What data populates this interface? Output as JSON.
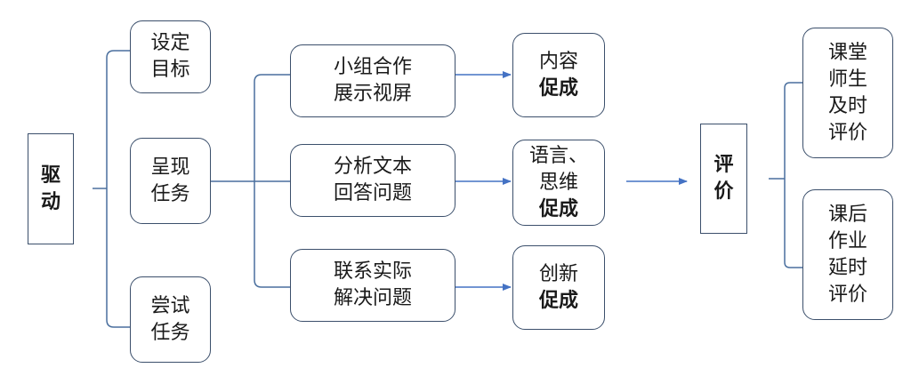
{
  "drive": {
    "line1": "驱",
    "line2": "动"
  },
  "steps": [
    {
      "line1": "设定",
      "line2": "目标"
    },
    {
      "line1": "呈现",
      "line2": "任务"
    },
    {
      "line1": "尝试",
      "line2": "任务"
    }
  ],
  "activities": [
    {
      "line1": "小组合作",
      "line2": "展示视屏"
    },
    {
      "line1": "分析文本",
      "line2": "回答问题"
    },
    {
      "line1": "联系实际",
      "line2": "解决问题"
    }
  ],
  "outcomes": [
    {
      "line1": "内容",
      "line2": "促成"
    },
    {
      "line1": "语言、",
      "line2": "思维",
      "line3": "促成"
    },
    {
      "line1": "创新",
      "line2": "促成"
    }
  ],
  "evaluate": {
    "line1": "评",
    "line2": "价"
  },
  "evaluations": [
    {
      "line1": "课堂",
      "line2": "师生",
      "line3": "及时",
      "line4": "评价"
    },
    {
      "line1": "课后",
      "line2": "作业",
      "line3": "延时",
      "line4": "评价"
    }
  ]
}
